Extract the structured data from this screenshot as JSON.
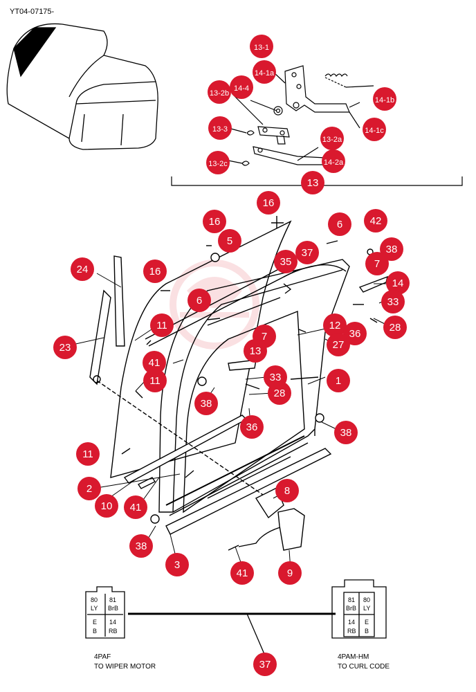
{
  "header": {
    "code": "YT04-07175-"
  },
  "colors": {
    "callout": "#d9192e",
    "callout_text": "#ffffff",
    "line": "#000000",
    "watermark": "#f7c8cc"
  },
  "callouts": [
    {
      "id": "c-13-1",
      "text": "13-1"
    },
    {
      "id": "c-14-1a",
      "text": "14-1a"
    },
    {
      "id": "c-13-2b",
      "text": "13-2b"
    },
    {
      "id": "c-14-4",
      "text": "14-4"
    },
    {
      "id": "c-13-3",
      "text": "13-3"
    },
    {
      "id": "c-13-2c",
      "text": "13-2c"
    },
    {
      "id": "c-13-2a",
      "text": "13-2a"
    },
    {
      "id": "c-14-2a",
      "text": "14-2a"
    },
    {
      "id": "c-14-1b",
      "text": "14-1b"
    },
    {
      "id": "c-14-1c",
      "text": "14-1c"
    },
    {
      "id": "c-13-top",
      "text": "13"
    },
    {
      "id": "c-16-a",
      "text": "16"
    },
    {
      "id": "c-16-b",
      "text": "16"
    },
    {
      "id": "c-16-c",
      "text": "16"
    },
    {
      "id": "c-5",
      "text": "5"
    },
    {
      "id": "c-6-a",
      "text": "6"
    },
    {
      "id": "c-6-b",
      "text": "6"
    },
    {
      "id": "c-42",
      "text": "42"
    },
    {
      "id": "c-38-a",
      "text": "38"
    },
    {
      "id": "c-37-a",
      "text": "37"
    },
    {
      "id": "c-35",
      "text": "35"
    },
    {
      "id": "c-7-a",
      "text": "7"
    },
    {
      "id": "c-7-b",
      "text": "7"
    },
    {
      "id": "c-14",
      "text": "14"
    },
    {
      "id": "c-24",
      "text": "24"
    },
    {
      "id": "c-33-a",
      "text": "33"
    },
    {
      "id": "c-33-b",
      "text": "33"
    },
    {
      "id": "c-28-a",
      "text": "28"
    },
    {
      "id": "c-28-b",
      "text": "28"
    },
    {
      "id": "c-12",
      "text": "12"
    },
    {
      "id": "c-36-a",
      "text": "36"
    },
    {
      "id": "c-36-b",
      "text": "36"
    },
    {
      "id": "c-27",
      "text": "27"
    },
    {
      "id": "c-11-a",
      "text": "11"
    },
    {
      "id": "c-11-b",
      "text": "11"
    },
    {
      "id": "c-11-c",
      "text": "11"
    },
    {
      "id": "c-23",
      "text": "23"
    },
    {
      "id": "c-13-mid",
      "text": "13"
    },
    {
      "id": "c-41-a",
      "text": "41"
    },
    {
      "id": "c-41-b",
      "text": "41"
    },
    {
      "id": "c-41-c",
      "text": "41"
    },
    {
      "id": "c-1",
      "text": "1"
    },
    {
      "id": "c-38-b",
      "text": "38"
    },
    {
      "id": "c-38-c",
      "text": "38"
    },
    {
      "id": "c-38-d",
      "text": "38"
    },
    {
      "id": "c-2",
      "text": "2"
    },
    {
      "id": "c-10",
      "text": "10"
    },
    {
      "id": "c-8",
      "text": "8"
    },
    {
      "id": "c-3",
      "text": "3"
    },
    {
      "id": "c-9",
      "text": "9"
    },
    {
      "id": "c-37-b",
      "text": "37"
    }
  ],
  "connectors": {
    "left": {
      "cells": [
        "80",
        "81",
        "LY",
        "BrB",
        "E",
        "14",
        "B",
        "RB"
      ],
      "caption1": "4PAF",
      "caption2": "TO WIPER MOTOR"
    },
    "right": {
      "cells": [
        "81",
        "80",
        "BrB",
        "LY",
        "14",
        "E",
        "RB",
        "B"
      ],
      "caption1": "4PAM-HM",
      "caption2": "TO CURL CODE"
    }
  }
}
